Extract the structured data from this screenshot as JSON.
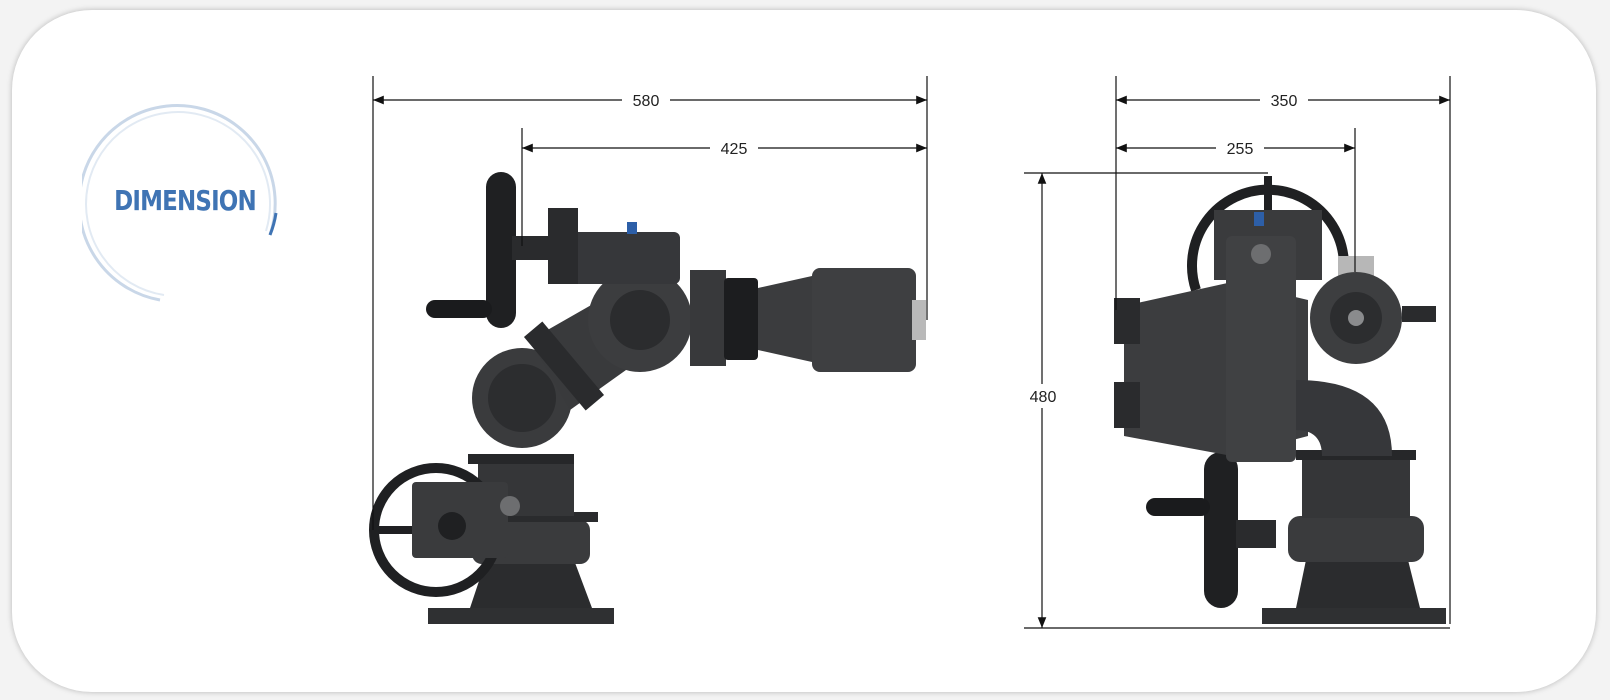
{
  "title": "DIMENSION",
  "colors": {
    "accent": "#3f74b4",
    "body": "#3a3b3d",
    "body_dark": "#1e1f21",
    "dimension_line": "#111111"
  },
  "dimensions": {
    "side_view": {
      "overall_width": "580",
      "partial_width": "425"
    },
    "front_view": {
      "overall_width": "350",
      "partial_width": "255",
      "height": "480"
    }
  }
}
